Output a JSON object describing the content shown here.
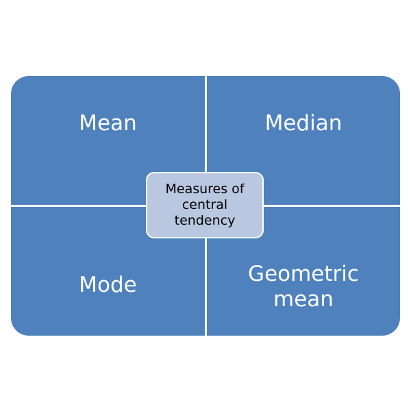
{
  "diagram": {
    "center": "Measures of central tendency",
    "quadrants": {
      "top_left": "Mean",
      "top_right": "Median",
      "bottom_left": "Mode",
      "bottom_right": "Geometric mean"
    }
  },
  "colors": {
    "quadrant_fill": "#4f81bd",
    "center_fill": "#b9c7e0",
    "divider": "#ffffff"
  }
}
